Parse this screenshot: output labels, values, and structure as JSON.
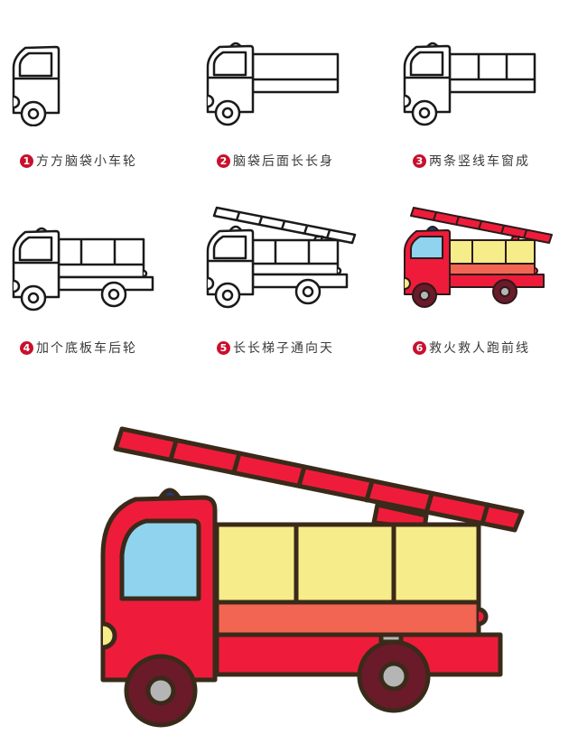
{
  "steps": [
    {
      "number": "1",
      "caption": "方方脑袋小车轮"
    },
    {
      "number": "2",
      "caption": "脑袋后面长长身"
    },
    {
      "number": "3",
      "caption": "两条竖线车窗成"
    },
    {
      "number": "4",
      "caption": "加个底板车后轮"
    },
    {
      "number": "5",
      "caption": "长长梯子通向天"
    },
    {
      "number": "6",
      "caption": "救火救人跑前线"
    }
  ],
  "colors": {
    "outline": "#1a1a1a",
    "cab_red": "#ee1c3a",
    "window_blue": "#8fd3ee",
    "body_yellow": "#f7ec8a",
    "stripe_orange": "#f26552",
    "wheel_dark": "#6b1a2a",
    "hub_gray": "#b5b5b5",
    "siren_blue": "#1f3c8c",
    "badge_red": "#c8102e"
  },
  "final_image": {
    "label": "fire-truck-final"
  }
}
